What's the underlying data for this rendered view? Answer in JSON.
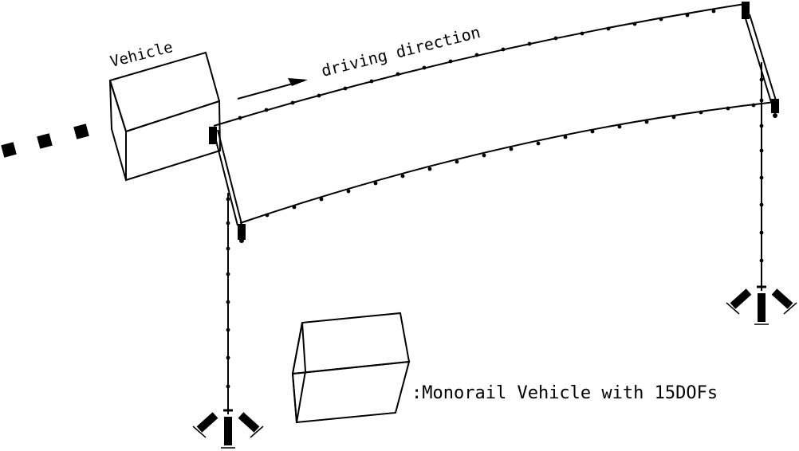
{
  "labels": {
    "vehicle": "Vehicle",
    "driving_direction": "driving direction",
    "legend": ":Monorail Vehicle with 15DOFs"
  },
  "colors": {
    "ink": "#000000",
    "background": "#ffffff"
  },
  "icons": {
    "direction": "arrow-right-icon",
    "continuation": "ellipsis-dots-icon",
    "support": "fixed-support-icon",
    "bearing": "spring-bearing-icon"
  }
}
